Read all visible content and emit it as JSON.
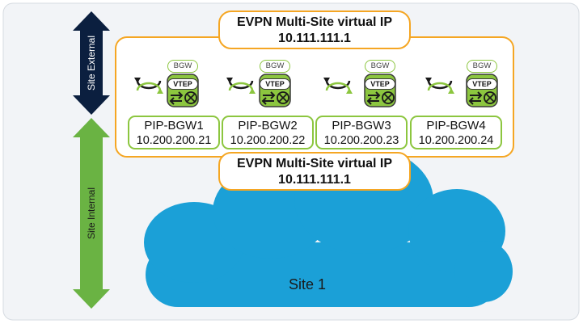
{
  "side_labels": {
    "external": "Site External",
    "internal": "Site Internal"
  },
  "vip_top": {
    "title": "EVPN Multi-Site virtual IP",
    "ip": "10.111.111.1"
  },
  "vip_bottom": {
    "title": "EVPN Multi-Site virtual IP",
    "ip": "10.111.111.1"
  },
  "gateways": [
    {
      "tag": "BGW",
      "vtep": "VTEP",
      "name": "PIP-BGW1",
      "ip": "10.200.200.21"
    },
    {
      "tag": "BGW",
      "vtep": "VTEP",
      "name": "PIP-BGW2",
      "ip": "10.200.200.22"
    },
    {
      "tag": "BGW",
      "vtep": "VTEP",
      "name": "PIP-BGW3",
      "ip": "10.200.200.23"
    },
    {
      "tag": "BGW",
      "vtep": "VTEP",
      "name": "PIP-BGW4",
      "ip": "10.200.200.24"
    }
  ],
  "cloud": {
    "label": "Site 1"
  },
  "colors": {
    "external_arrow": "#0b1f3f",
    "internal_arrow": "#6ab343",
    "vip_border": "#f5a623",
    "router_green": "#8cc63f",
    "cloud_blue": "#1ba0d7",
    "panel_bg": "#f2f4f7"
  }
}
